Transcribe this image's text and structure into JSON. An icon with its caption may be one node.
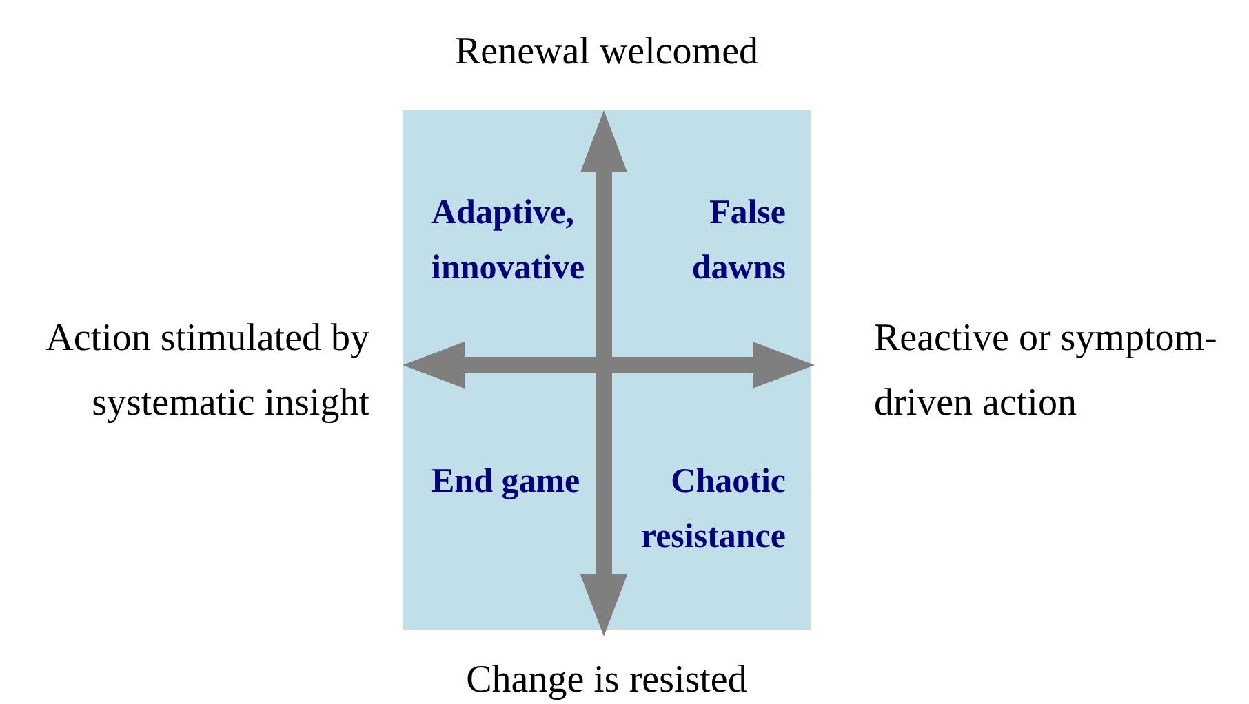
{
  "diagram": {
    "labels": [
      "Renewal welcomed",
      "Adaptive, innovative",
      "False dawns",
      "Action stimulated by systematic insight",
      "Reactive or symptom-driven action",
      "End game",
      "Chaotic resistance",
      "Change is resisted"
    ]
  }
}
